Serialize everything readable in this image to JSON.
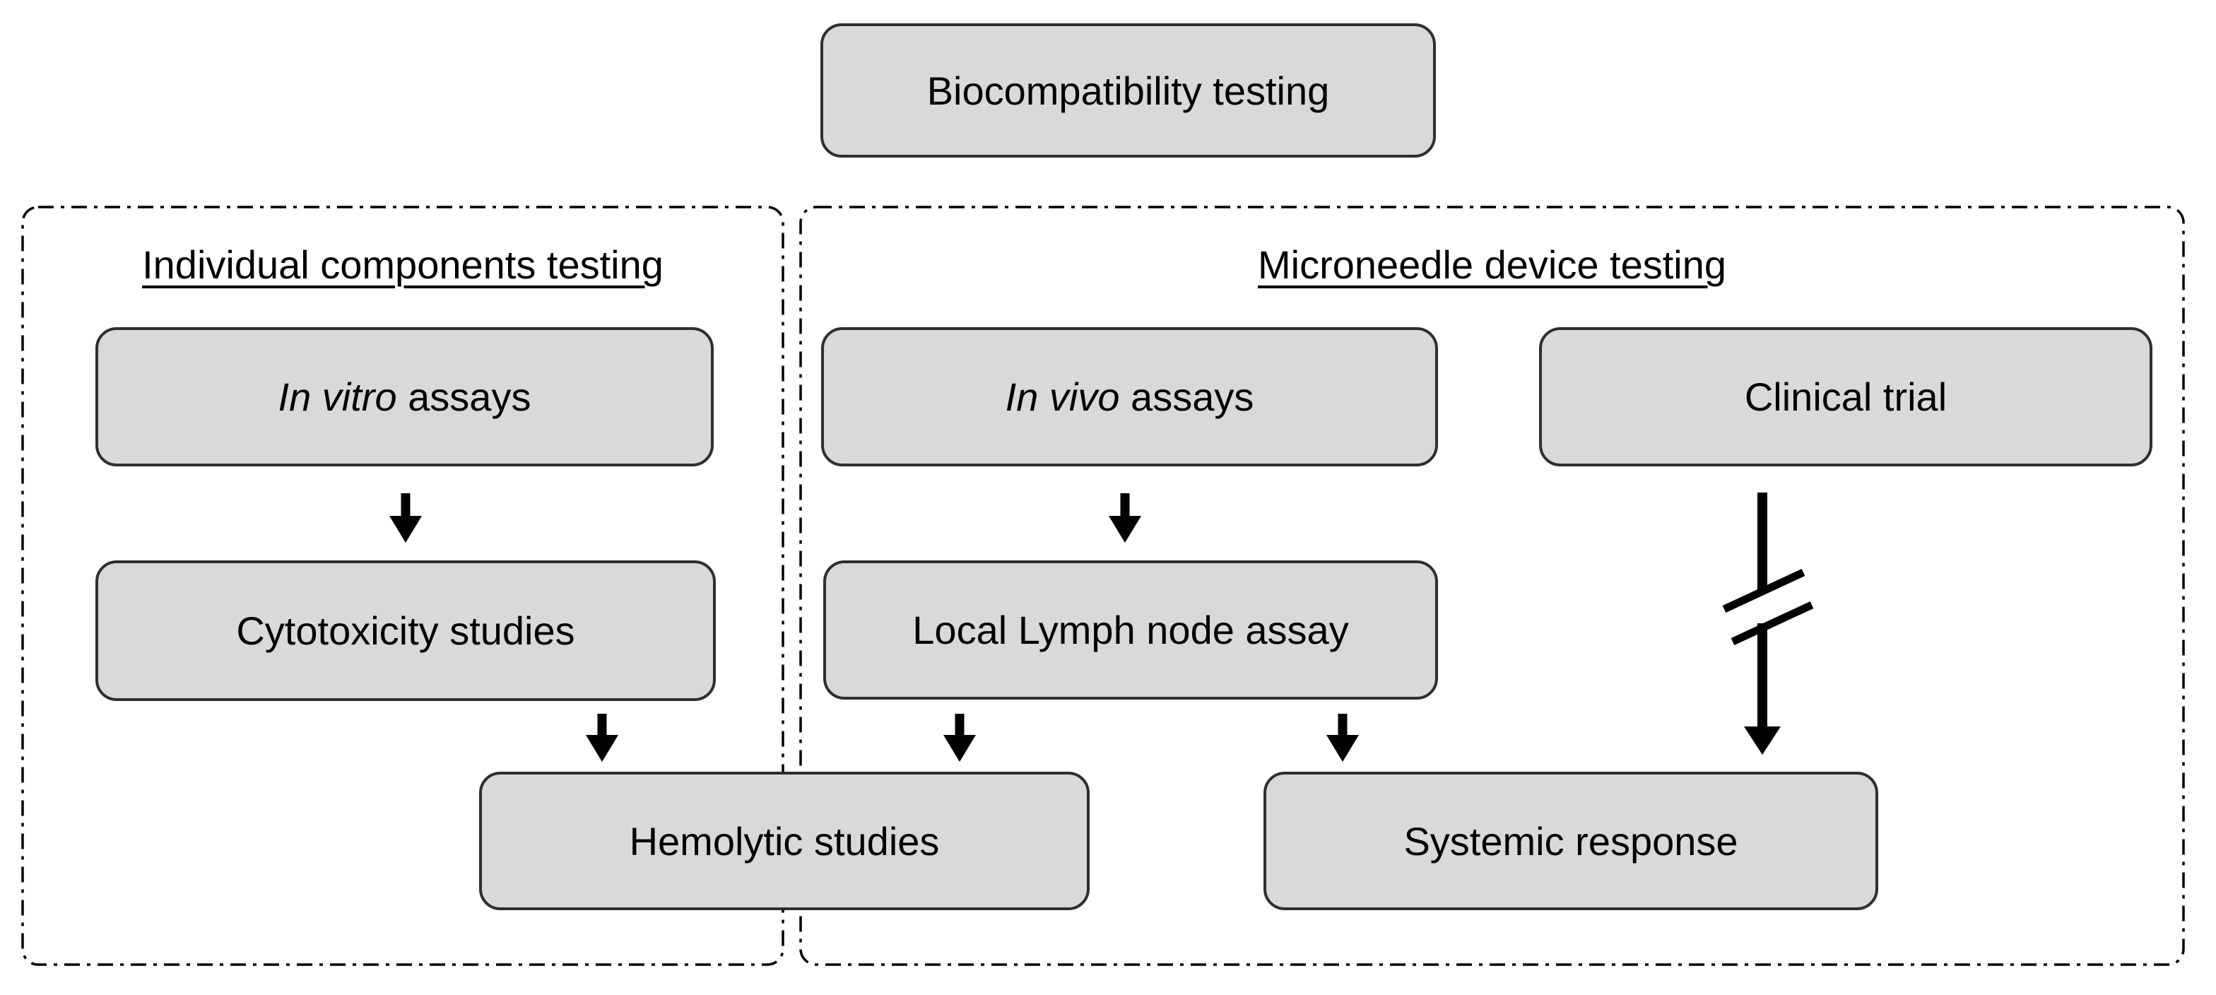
{
  "header": {
    "title": "Biocompatibility testing"
  },
  "sections": {
    "individual": {
      "title": "Individual components testing"
    },
    "microneedle": {
      "title": "Microneedle device testing"
    }
  },
  "nodes": {
    "in_vitro": {
      "italic": "In vitro",
      "rest": " assays"
    },
    "cytotoxicity": {
      "label": "Cytotoxicity studies"
    },
    "hemolytic": {
      "label": "Hemolytic studies"
    },
    "in_vivo": {
      "italic": "In vivo",
      "rest": " assays"
    },
    "local_lymph": {
      "label": "Local Lymph node assay"
    },
    "clinical": {
      "label": "Clinical trial"
    },
    "systemic": {
      "label": "Systemic response"
    }
  },
  "icons": {
    "down_arrow_icon": "▼",
    "break_icon": "⫽"
  },
  "colors": {
    "node_fill": "#d9d9d9",
    "node_border": "#2f2f2f",
    "line": "#000000",
    "background": "#ffffff"
  }
}
